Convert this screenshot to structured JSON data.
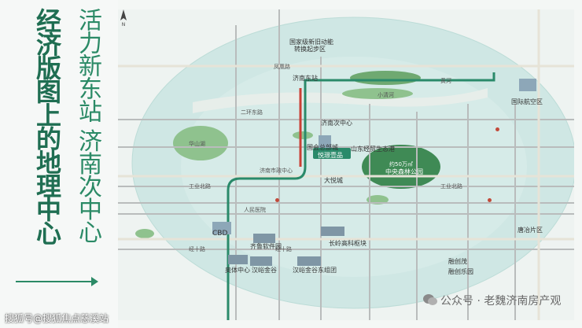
{
  "title": "经济版图上的地理中心",
  "subtitle": "活力新东站 济南次中心",
  "labels": {
    "national_zone": "国家级新旧动能",
    "national_zone2": "转换起步区",
    "jinan_east_station": "济南东站",
    "jinan_sub_center": "济南次中心",
    "guolian_center": "国会总部城",
    "project": "悦璟壹品",
    "shandong_expo": "山东经贸生态港",
    "forest_park_area": "约50万㎡",
    "forest_park": "中央森林公园",
    "dadi": "大悦城",
    "cbd": "CBD",
    "qilu_software": "齐鲁软件园",
    "changling": "长岭高科枢块",
    "aoti": "奥体中心",
    "hanyu": "汉峪金谷",
    "hanyu_east": "汉峪金谷东组团",
    "tangye": "唐冶片区",
    "airport": "国际航空区",
    "jinjin": "融创茂",
    "jinjin2": "融创乐园",
    "kai_road": "经十路",
    "kai_road2": "经十路",
    "gongye_road": "工业北路",
    "gongye_road2": "工业北路",
    "erhuan": "二环东路",
    "fengshou": "凤凰路",
    "huanshan": "华山湖",
    "huanghe": "黄河",
    "jiaoyun": "济南市政中心",
    "hospital": "人民医院",
    "xiaoqinghe": "小清河"
  },
  "watermark": "公众号 · 老魏济南房产观",
  "bottom_credit": "搜狐号@搜狐焦点慈溪站"
}
